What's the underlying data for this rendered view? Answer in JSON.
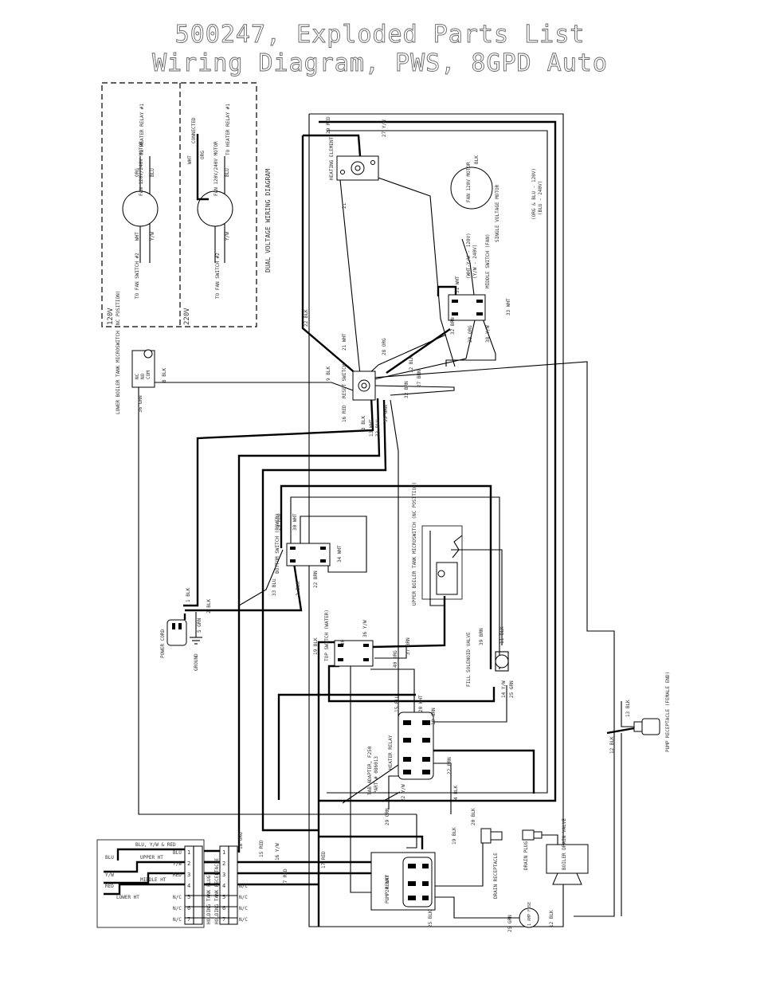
{
  "title_line1": "500247, Exploded Parts List",
  "title_line2": "Wiring Diagram, PWS, 8GPD Auto",
  "dual_voltage": {
    "heading": "DUAL VOLTAGE WIRING DIAGRAM",
    "v120": "120V",
    "v220": "220V",
    "motor_120": "FAN 120V/240V MOTOR",
    "motor_220": "FAN 120V/240V MOTOR",
    "to_heater_relay_1": "TO HEATER RELAY #1",
    "to_heater_relay_2": "TO HEATER RELAY #1",
    "to_fan_switch_1": "TO FAN SWITCH #2",
    "to_fan_switch_2": "TO FAN SWITCH #2",
    "connected": "CONNECTED",
    "wires_120": [
      "ORG",
      "BLU",
      "WHT",
      "Y/W"
    ],
    "wires_220": [
      "WHT",
      "ORG",
      "BLU",
      "Y/W"
    ]
  },
  "components": {
    "lower_micro": "LOWER BOILER TANK MICROSWITCH (NC POSITION)",
    "nc": "NC",
    "no": "NO",
    "com": "COM",
    "heating_element": "HEATING ELEMENT",
    "fan_motor": "FAN 120V MOTOR",
    "single_motor": "SINGLE VOLTAGE MOTOR",
    "motor_note_1": "(ORG & BLU - 120V)",
    "motor_note_2": "(BLU - 240V)",
    "middle_switch": "MIDDLE SWITCH (FAN)",
    "middle_note_1": "(WHT-Y/W - 120V)",
    "middle_note_2": "(Y/W - 240V)",
    "reset_switch": "RESET SWITCH",
    "bottom_switch": "BOTTOM SWITCH (POWER)",
    "upper_micro": "UPPER BOILER TANK MICROSWITCH (NC POSITION)",
    "power_cord": "POWER CORD",
    "ground": "GROUND",
    "top_switch": "TOP SWITCH (WATER)",
    "fill_valve": "FILL SOLENOID VALVE",
    "heater_relay": "HEATER RELAY",
    "tab_adapter": "TAB ADAPTER, F250",
    "part_no": "PART # 086013",
    "pump_receptacle": "PUMP RECEPTACLE (FEMALE END)",
    "drain_receptacle": "DRAIN RECEPTACLE",
    "drain_plug": "DRAIN PLUG",
    "boiler_drain_valve": "BOILER DRAIN VALVE",
    "pump_relay": "PUMP RELAY",
    "lamp": "1 AMP FUSE",
    "holding_tank_receptacle": "HOLDING TANK RECEPTACLE",
    "holding_tank_plug": "HOLDING TANK PLUG"
  },
  "wire_labels": {
    "w29red": "29 RED",
    "w27yw": "27 Y/W",
    "w21": "21",
    "w4blk": "BLK",
    "w22blk": "22 BLK",
    "w21wht": "21 WHT",
    "w28org": "28 ORG",
    "w12blk": "12 BLK",
    "w27brn": "27 BRN",
    "w32brn": "32 BRN",
    "w9blk": "9 BLK",
    "w8blk": "8 BLK",
    "w36grn": "36 GRN",
    "w16red": "16 RED",
    "w3blk": "3 BLK",
    "w13wht": "13 WHT",
    "w33blu": "33 BLU",
    "w35grn": "35 GRN",
    "w31wht": "31 WHT",
    "w32brn2": "32 BRN",
    "w28org2": "28 ORG",
    "w38yw": "38 Y/W",
    "w33wht": "33 WHT",
    "w29red2": "29 RED",
    "w30wht": "30 WHT",
    "w34wht": "34 WHT",
    "w22brn": "22 BRN",
    "w33blu2": "33 BLU",
    "w2blk": "2 BLK",
    "w1blk": "1 BLK",
    "w2blk2": "2 BLK",
    "w5grn": "5 GRN",
    "w19blk": "19 BLK",
    "w30": "30",
    "w36yw": "36 Y/W",
    "w40org": "40 ORG",
    "w37brn": "37 BRN",
    "w39brn": "39 BRN",
    "w11blk": "11 BLK",
    "w14yw": "14 Y/W",
    "w25grn": "25 GRN",
    "w15blu": "15 BLU",
    "w20wht": "20 WHT",
    "w10grn": "10 GRN",
    "w22brn2": "22 BRN",
    "w4blk2": "4 BLK",
    "w22yw": "22 Y/W",
    "w29grn": "29 GRN",
    "w13blk": "13 BLK",
    "w12blk2": "12 BLK",
    "w20blk": "20 BLK",
    "w19blk2": "19 BLK",
    "w18org": "18 ORG",
    "w16yw": "16 Y/W",
    "w15red": "15 RED",
    "w17red": "17 RED",
    "w17red2": "17 RED",
    "w24wht": "24 WHT",
    "w25blk": "25 BLK",
    "w12blk3": "12 BLK",
    "w25grn2": "25 GRN"
  },
  "terminal_block": {
    "rows": [
      {
        "pin": "1",
        "code": "BLU"
      },
      {
        "pin": "2",
        "code": "Y/W"
      },
      {
        "pin": "3",
        "code": "RED"
      },
      {
        "pin": "4",
        "code": "N/C"
      },
      {
        "pin": "5",
        "code": "N/C"
      },
      {
        "pin": "6",
        "code": "N/C"
      },
      {
        "pin": "7",
        "code": "N/C"
      }
    ],
    "heaters": [
      "BLU, Y/W & RED",
      "UPPER HT",
      "MIDDLE HT",
      "LOWER HT"
    ],
    "left_codes": [
      "BLU",
      "Y/W",
      "RED"
    ],
    "right_codes": [
      "N/C",
      "N/C",
      "N/C",
      "N/C"
    ]
  }
}
